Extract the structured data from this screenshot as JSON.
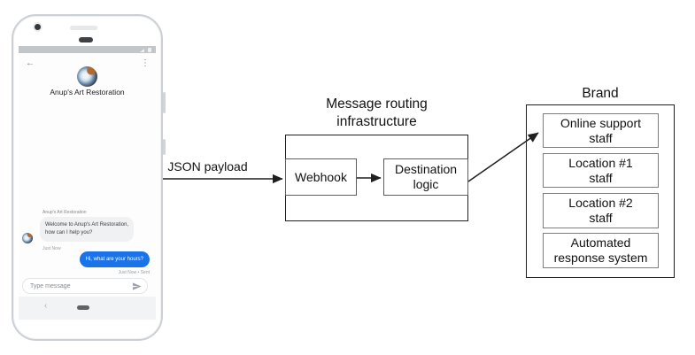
{
  "phone": {
    "header": {
      "title": "Anup's Art Restoration"
    },
    "chat": {
      "sender_label": "Anup's Art Restoration",
      "incoming_message": "Welcome to Anup's Art Restoration,\nhow can I help you?",
      "incoming_time": "Just Now",
      "outgoing_message": "Hi, what are your hours?",
      "outgoing_time": "Just Now • Sent"
    },
    "composer": {
      "placeholder": "Type message"
    }
  },
  "diagram": {
    "payload_label": "JSON payload",
    "routing_title": "Message routing\ninfrastructure",
    "webhook_label": "Webhook",
    "destination_label": "Destination\nlogic",
    "brand_title": "Brand",
    "brand_items": [
      {
        "label": "Online support\nstaff"
      },
      {
        "label": "Location #1\nstaff"
      },
      {
        "label": "Location #2\nstaff"
      },
      {
        "label": "Automated\nresponse system"
      }
    ]
  },
  "colors": {
    "outgoing_bubble_blue": "#1a73e8",
    "diagram_line": "#1f1f1f"
  }
}
